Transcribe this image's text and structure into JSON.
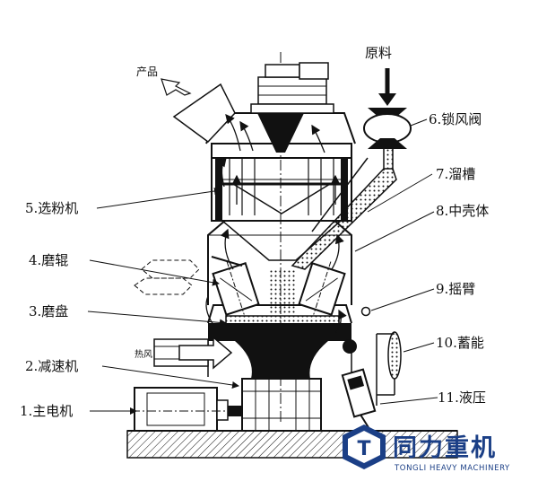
{
  "labels": {
    "raw_material": "原料",
    "product": "产品",
    "hot_air": "热风",
    "rotary_valve": "6.锁风阀",
    "chute": "7.溜槽",
    "middle_shell": "8.中壳体",
    "rocker_arm": "9.摇臂",
    "accumulator": "10.蓄能",
    "hydraulic": "11.液压",
    "separator": "5.选粉机",
    "grinding_roller": "4.磨辊",
    "grinding_table": "3.磨盘",
    "reducer": "2.减速机",
    "main_motor": "1.主电机"
  },
  "brand": {
    "name_cn": "同力重机",
    "name_en": "TONGLI HEAVY MACHINERY",
    "logo_letter": "T",
    "color": "#1b3f86"
  }
}
